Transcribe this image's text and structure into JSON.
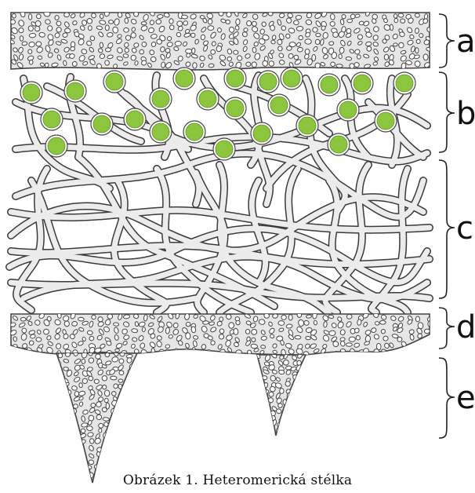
{
  "caption": "Obrázek 1. Heteromerická stélka",
  "layers": [
    {
      "id": "a",
      "label": "a"
    },
    {
      "id": "b",
      "label": "b"
    },
    {
      "id": "c",
      "label": "c"
    },
    {
      "id": "d",
      "label": "d"
    },
    {
      "id": "e",
      "label": "e"
    }
  ],
  "colors": {
    "alga_fill": "#8cc63f",
    "band_fill": "#e6e6e6",
    "hypha_fill": "#ececec",
    "outline": "#3a3a3a"
  }
}
